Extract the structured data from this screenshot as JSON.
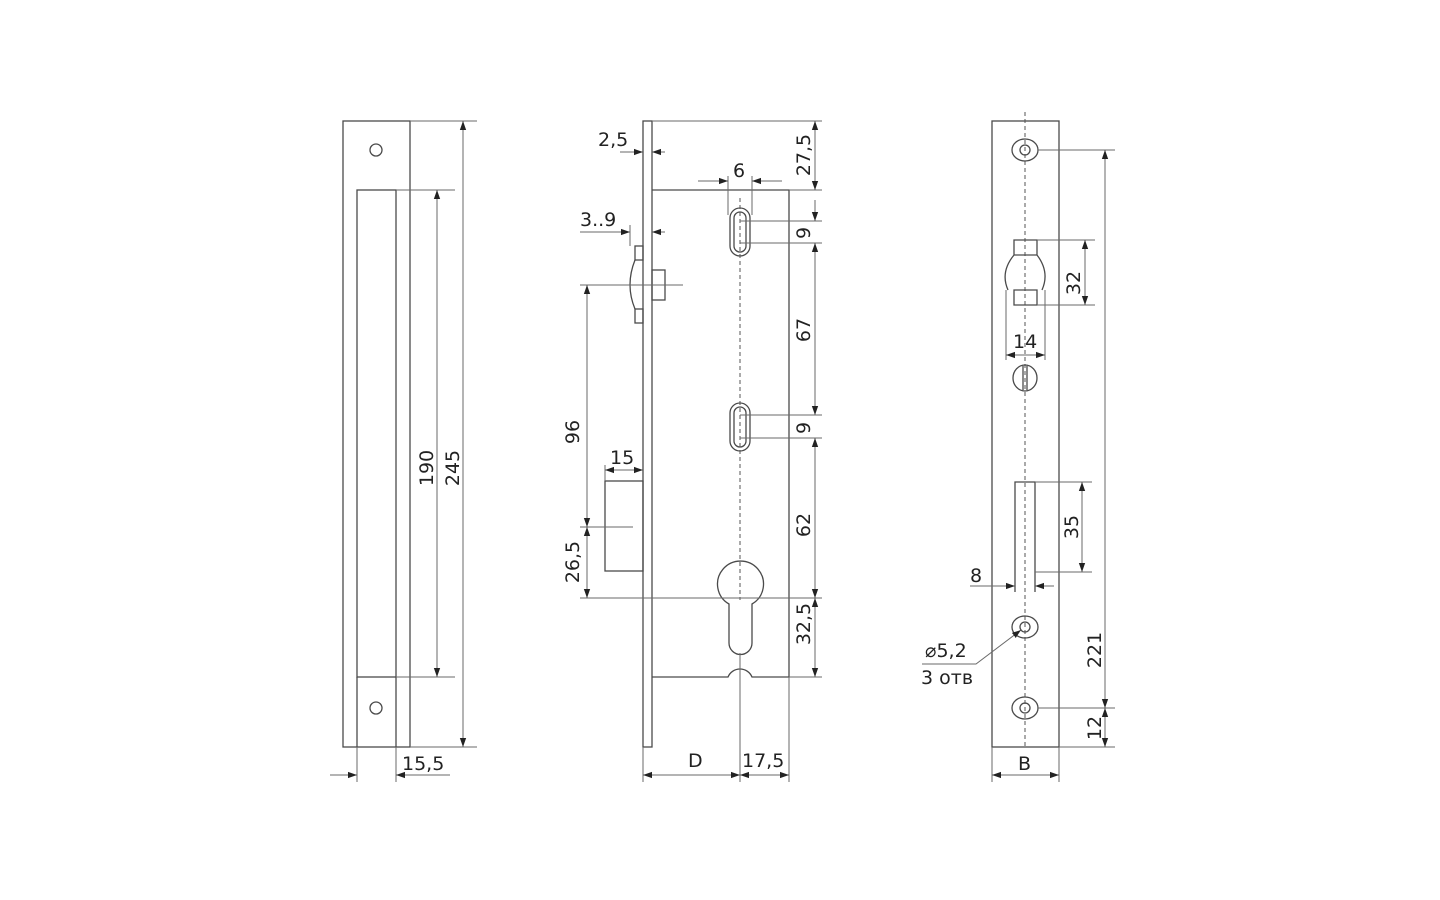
{
  "drawing": {
    "left_view": {
      "dim_190": "190",
      "dim_245": "245",
      "dim_15_5": "15,5"
    },
    "middle_view": {
      "dim_2_5": "2,5",
      "dim_27_5": "27,5",
      "dim_6": "6",
      "dim_3_9": "3..9",
      "dim_9_top": "9",
      "dim_67": "67",
      "dim_9_bottom": "9",
      "dim_96": "96",
      "dim_15": "15",
      "dim_62": "62",
      "dim_26_5": "26,5",
      "dim_32_5": "32,5",
      "dim_D": "D",
      "dim_17_5": "17,5"
    },
    "right_view": {
      "dim_32": "32",
      "dim_14": "14",
      "dim_35": "35",
      "dim_8": "8",
      "dim_221": "221",
      "dim_12": "12",
      "hole_diameter": "⌀5,2",
      "hole_count": "3 отв",
      "dim_B": "B"
    }
  }
}
